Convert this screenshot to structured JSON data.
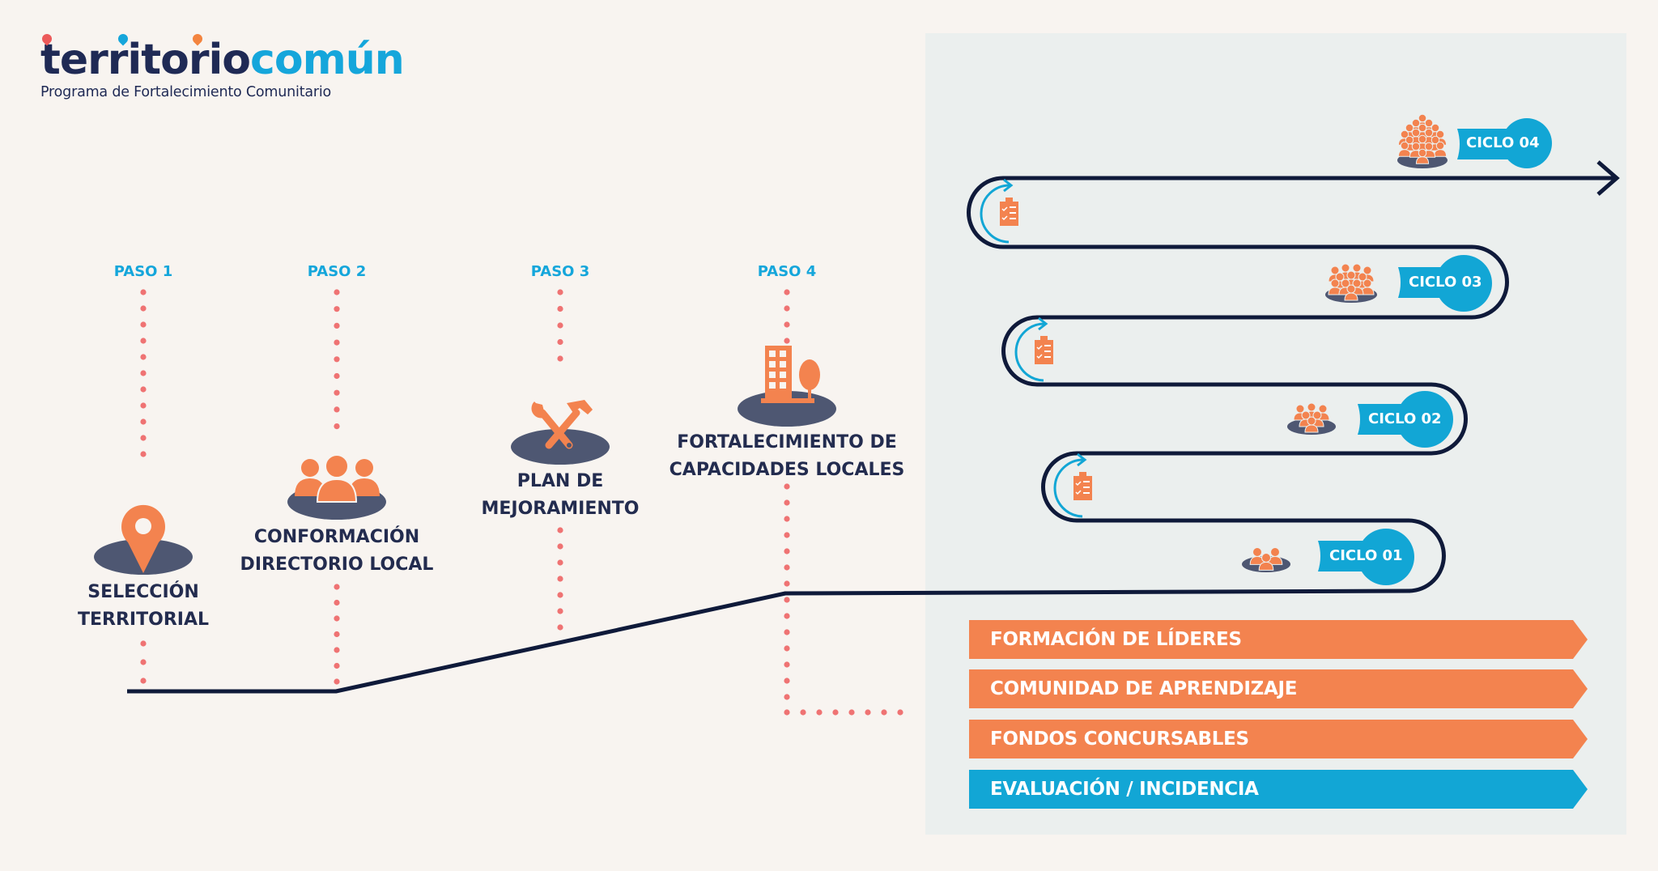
{
  "logo": {
    "part1": "territorio",
    "part2": "común",
    "subtitle": "Programa de Fortalecimiento Comunitario",
    "pin_colors": [
      "#ec5a5a",
      "#15a6db",
      "#f3843f"
    ]
  },
  "colors": {
    "background": "#f8f4f0",
    "panel": "#ebefee",
    "navy": "#0f1a3a",
    "text_dark": "#232c4f",
    "orange": "#f3834f",
    "blue": "#12a6d5",
    "dots": "#ef7373",
    "shadow": "#4e5772"
  },
  "steps": [
    {
      "paso": "PASO 1",
      "title_lines": [
        "SELECCIÓN",
        "TERRITORIAL"
      ],
      "icon": "location-pin-icon"
    },
    {
      "paso": "PASO 2",
      "title_lines": [
        "CONFORMACIÓN",
        "DIRECTORIO LOCAL"
      ],
      "icon": "group-people-icon"
    },
    {
      "paso": "PASO 3",
      "title_lines": [
        "PLAN DE",
        "MEJORAMIENTO"
      ],
      "icon": "tools-wrench-hammer-icon"
    },
    {
      "paso": "PASO 4",
      "title_lines": [
        "FORTALECIMIENTO DE",
        "CAPACIDADES LOCALES"
      ],
      "icon": "building-tree-icon"
    }
  ],
  "cycles": [
    {
      "label": "CICLO 01",
      "icon": "small-group-icon"
    },
    {
      "label": "CICLO 02",
      "icon": "medium-group-icon"
    },
    {
      "label": "CICLO 03",
      "icon": "large-group-icon"
    },
    {
      "label": "CICLO 04",
      "icon": "crowd-icon"
    }
  ],
  "evaluation_icon": "clipboard-refresh-icon",
  "banners": [
    {
      "label": "FORMACIÓN DE LÍDERES",
      "color": "#f3834f"
    },
    {
      "label": "COMUNIDAD DE APRENDIZAJE",
      "color": "#f3834f"
    },
    {
      "label": "FONDOS CONCURSABLES",
      "color": "#f3834f"
    },
    {
      "label": "EVALUACIÓN / INCIDENCIA",
      "color": "#12a6d5"
    }
  ]
}
